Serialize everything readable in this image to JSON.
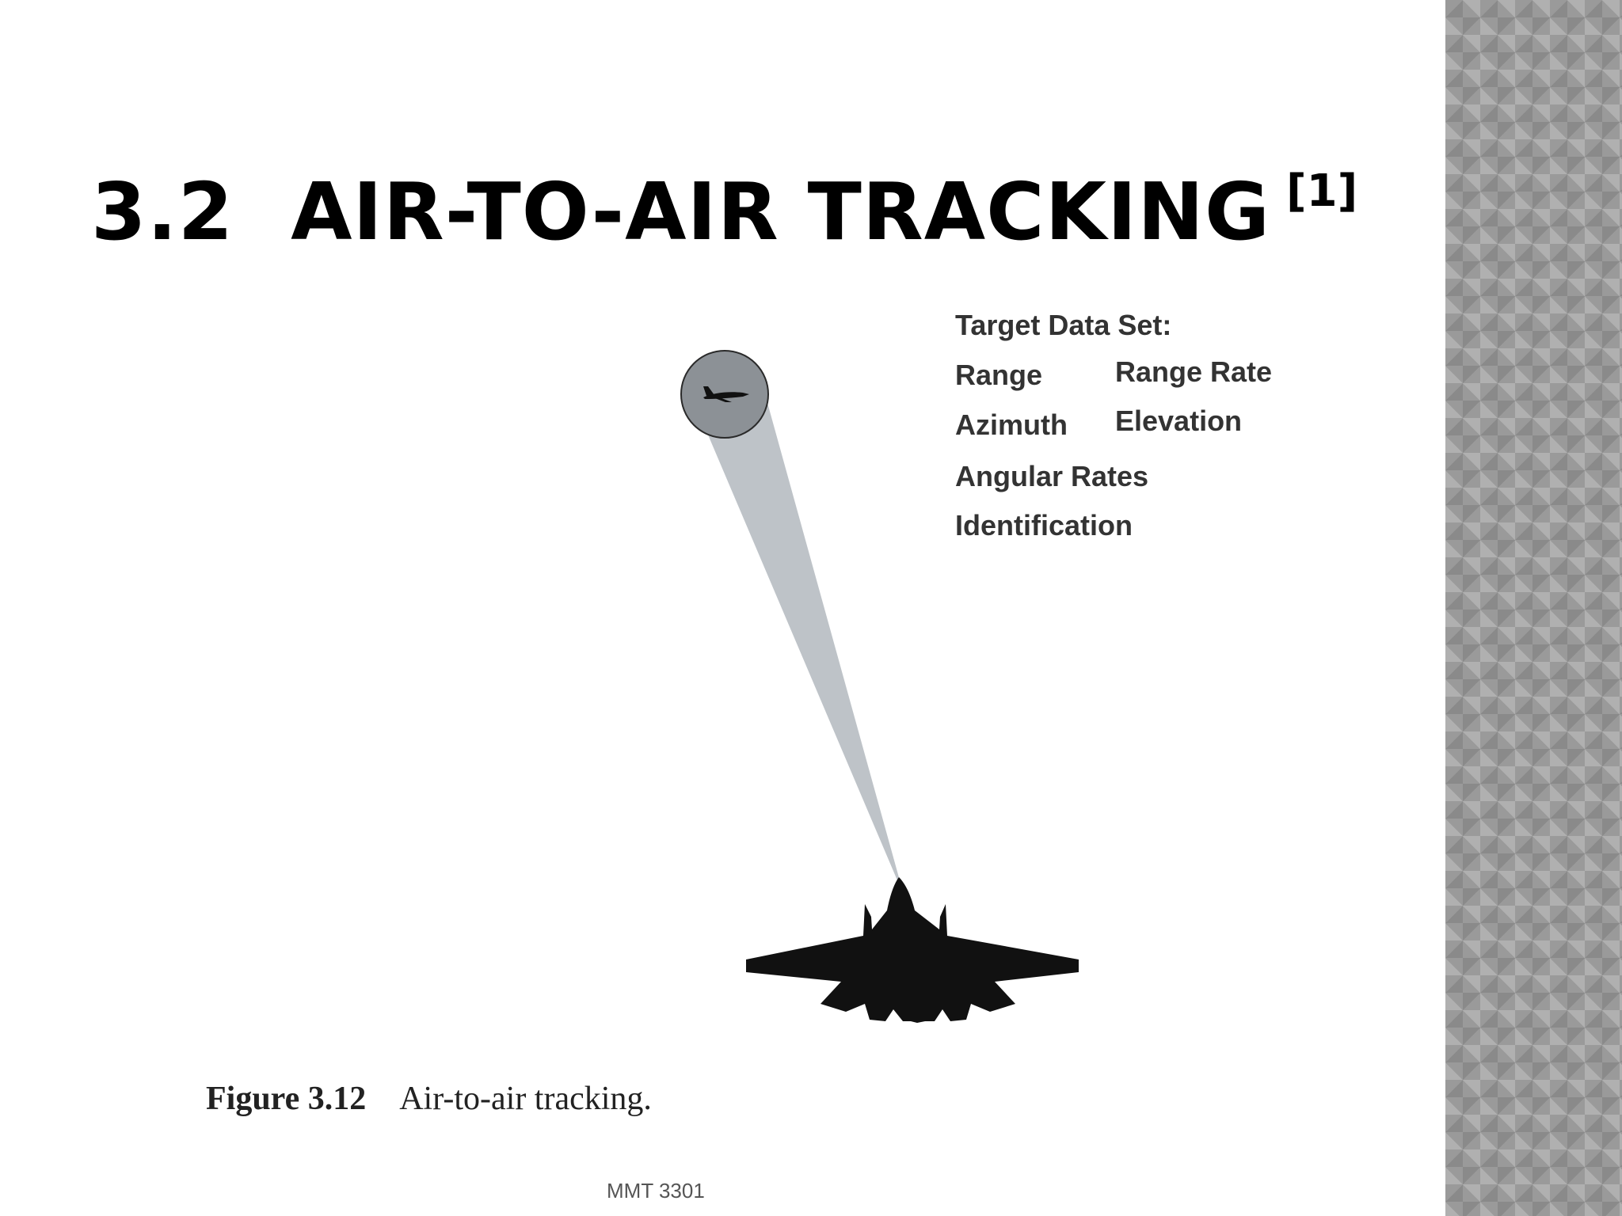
{
  "slide": {
    "title_number": "3.2",
    "title_text": "AIR-TO-AIR TRACKING",
    "title_reference": "[1]"
  },
  "target_data": {
    "heading": "Target Data Set:",
    "items": [
      "Range",
      "Range Rate",
      "Azimuth",
      "Elevation",
      "Angular Rates",
      "Identification"
    ]
  },
  "figure": {
    "caption_label": "Figure 3.12",
    "caption_text": "Air-to-air tracking."
  },
  "footer": {
    "text": "MMT 3301"
  },
  "colors": {
    "beam": "#bec3c8",
    "target_circle": "#8c9196",
    "aircraft": "#111111",
    "side_panel": "#9a9a9a"
  }
}
